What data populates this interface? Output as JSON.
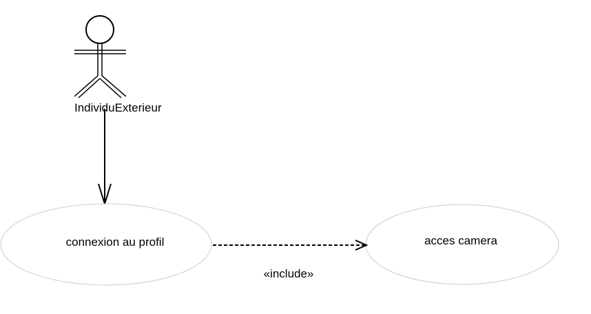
{
  "diagram": {
    "actor": {
      "name": "IndividuExterieur"
    },
    "use_cases": [
      {
        "label": "connexion au profil"
      },
      {
        "label": "acces camera"
      }
    ],
    "relations": [
      {
        "from": "IndividuExterieur",
        "to": "connexion au profil",
        "kind": "association"
      },
      {
        "from": "connexion au profil",
        "to": "acces camera",
        "kind": "include",
        "label": "«include»"
      }
    ]
  }
}
